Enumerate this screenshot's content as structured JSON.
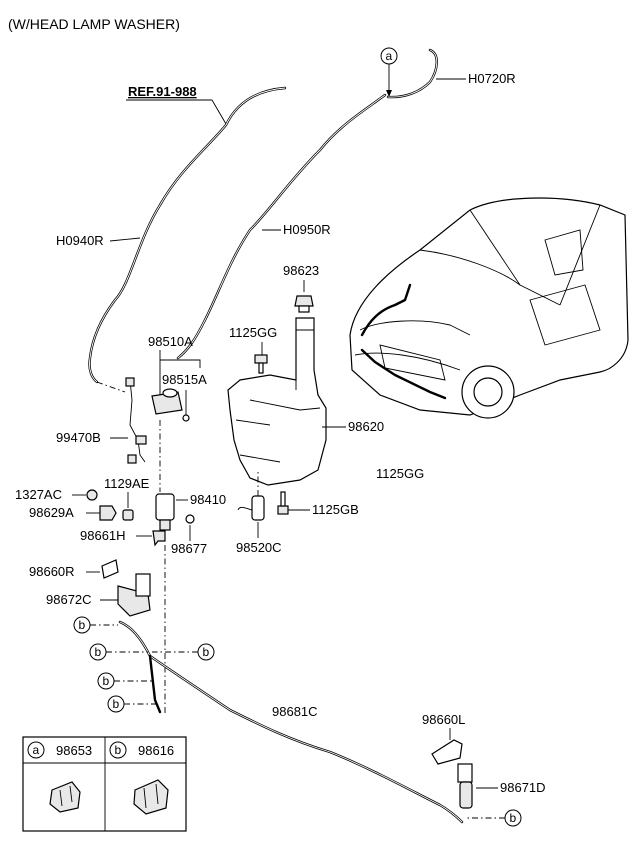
{
  "title": "(W/HEAD LAMP WASHER)",
  "ref_label": "REF.91-988",
  "callout_a": "a",
  "callout_b": "b",
  "parts": {
    "h0720r": "H0720R",
    "h0940r": "H0940R",
    "h0950r": "H0950R",
    "p98623": "98623",
    "p1125gg_top": "1125GG",
    "p98510a": "98510A",
    "p98515a": "98515A",
    "p99470b": "99470B",
    "p98620": "98620",
    "p1125gg_right": "1125GG",
    "p1327ac": "1327AC",
    "p1129ae": "1129AE",
    "p98629a": "98629A",
    "p98410": "98410",
    "p1125gb": "1125GB",
    "p98661h": "98661H",
    "p98677": "98677",
    "p98520c": "98520C",
    "p98660r": "98660R",
    "p98672c": "98672C",
    "p98681c": "98681C",
    "p98660l": "98660L",
    "p98671d": "98671D"
  },
  "legend": {
    "a_key": "a",
    "a_part": "98653",
    "b_key": "b",
    "b_part": "98616"
  }
}
